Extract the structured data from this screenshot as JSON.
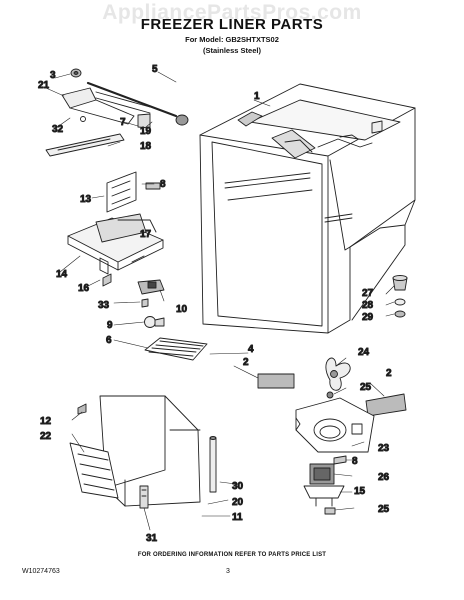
{
  "header": {
    "watermark": "AppliancePartsPros.com",
    "title": "FREEZER LINER PARTS",
    "model": "For Model: GB2SHTXTS02",
    "finish": "(Stainless Steel)"
  },
  "callouts": [
    "1",
    "2",
    "2",
    "3",
    "4",
    "5",
    "6",
    "7",
    "8",
    "8",
    "9",
    "10",
    "11",
    "12",
    "13",
    "14",
    "15",
    "16",
    "17",
    "18",
    "19",
    "20",
    "21",
    "22",
    "23",
    "24",
    "25",
    "25",
    "26",
    "27",
    "28",
    "29",
    "30",
    "31",
    "32",
    "33"
  ],
  "footer": {
    "ordering_note": "FOR ORDERING INFORMATION REFER TO PARTS PRICE LIST",
    "document_number": "W10274763",
    "page_number": "3"
  }
}
